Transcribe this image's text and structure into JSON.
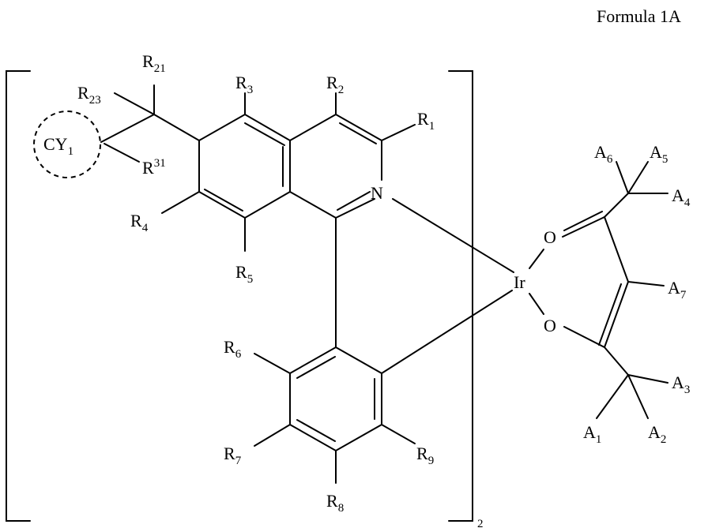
{
  "title": "Formula 1A",
  "bracket_subscript": "2",
  "atoms": {
    "N": "N",
    "Ir": "Ir",
    "O_top": "O",
    "O_bottom": "O"
  },
  "substituents": [
    {
      "id": "R1",
      "base": "R",
      "sub": "1"
    },
    {
      "id": "R2",
      "base": "R",
      "sub": "2"
    },
    {
      "id": "R3",
      "base": "R",
      "sub": "3"
    },
    {
      "id": "R4",
      "base": "R",
      "sub": "4"
    },
    {
      "id": "R5",
      "base": "R",
      "sub": "5"
    },
    {
      "id": "R6",
      "base": "R",
      "sub": "6"
    },
    {
      "id": "R7",
      "base": "R",
      "sub": "7"
    },
    {
      "id": "R8",
      "base": "R",
      "sub": "8"
    },
    {
      "id": "R9",
      "base": "R",
      "sub": "9"
    },
    {
      "id": "R21",
      "base": "R",
      "sub": "21"
    },
    {
      "id": "R23",
      "base": "R",
      "sub": "23"
    },
    {
      "id": "R31",
      "base": "R",
      "sup": "31"
    },
    {
      "id": "CY1",
      "base": "CY",
      "sub": "1"
    },
    {
      "id": "A1",
      "base": "A",
      "sub": "1"
    },
    {
      "id": "A2",
      "base": "A",
      "sub": "2"
    },
    {
      "id": "A3",
      "base": "A",
      "sub": "3"
    },
    {
      "id": "A4",
      "base": "A",
      "sub": "4"
    },
    {
      "id": "A5",
      "base": "A",
      "sub": "5"
    },
    {
      "id": "A6",
      "base": "A",
      "sub": "6"
    },
    {
      "id": "A7",
      "base": "A",
      "sub": "7"
    }
  ]
}
